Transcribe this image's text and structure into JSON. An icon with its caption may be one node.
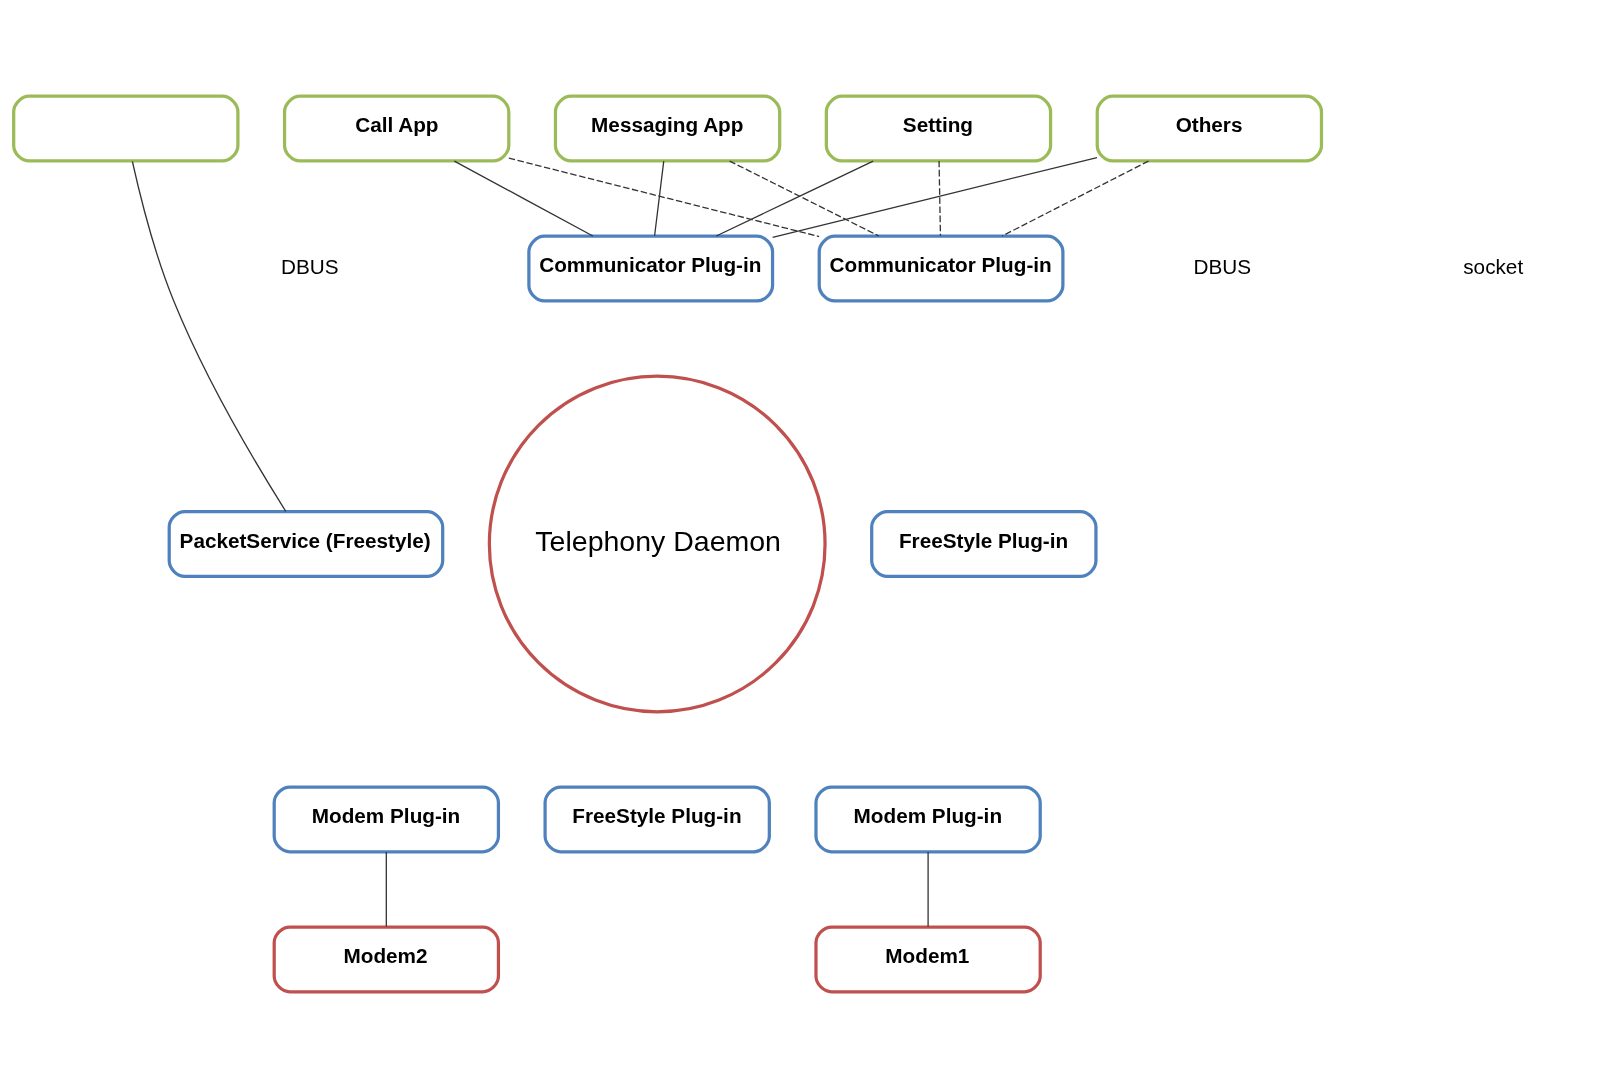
{
  "diagram": {
    "nodes": [
      {
        "text": [],
        "shape": "box"
      },
      {
        "text": [
          "Call App"
        ]
      },
      {
        "text": [
          "Messaging App"
        ]
      },
      {
        "text": [
          "Setting"
        ]
      },
      {
        "text": [
          "Others"
        ]
      },
      {
        "text": [
          "Telephony Daemon"
        ]
      },
      {
        "text": [
          "Communicator Plug-in"
        ]
      },
      {
        "text": [
          "Communicator Plug-in"
        ]
      },
      {
        "text": [
          "FreeStyle Plug-in"
        ]
      },
      {
        "text": [
          "PacketService (Freestyle)"
        ]
      },
      {
        "text": [
          "Modem Plug-in"
        ]
      },
      {
        "text": [
          "FreeStyle Plug-in"
        ]
      },
      {
        "text": [
          "Modem Plug-in"
        ]
      },
      {
        "text": [
          "Modem2"
        ]
      },
      {
        "text": [
          "Modem1"
        ]
      }
    ],
    "edges": [
      {
        "from": 0,
        "to": 9,
        "arrow": "none"
      },
      {
        "from": 1,
        "to": 6,
        "arrow": "none"
      },
      {
        "from": 2,
        "to": 6,
        "arrow": "none"
      },
      {
        "from": 3,
        "to": 6,
        "arrow": "none"
      },
      {
        "from": 4,
        "to": 6,
        "arrow": "none"
      },
      {
        "from": 1,
        "to": 7,
        "arrow": "none",
        "style": "dashed"
      },
      {
        "from": 2,
        "to": 7,
        "arrow": "none",
        "style": "dashed"
      },
      {
        "from": 3,
        "to": 7,
        "arrow": "none",
        "style": "dashed"
      },
      {
        "from": 4,
        "to": 7,
        "arrow": "none",
        "style": "dashed"
      },
      {
        "from": 10,
        "to": 13,
        "arrow": "none"
      },
      {
        "from": 12,
        "to": 14,
        "arrow": "none"
      }
    ],
    "labels": [
      "DBUS",
      "socket",
      "DBUS"
    ]
  }
}
